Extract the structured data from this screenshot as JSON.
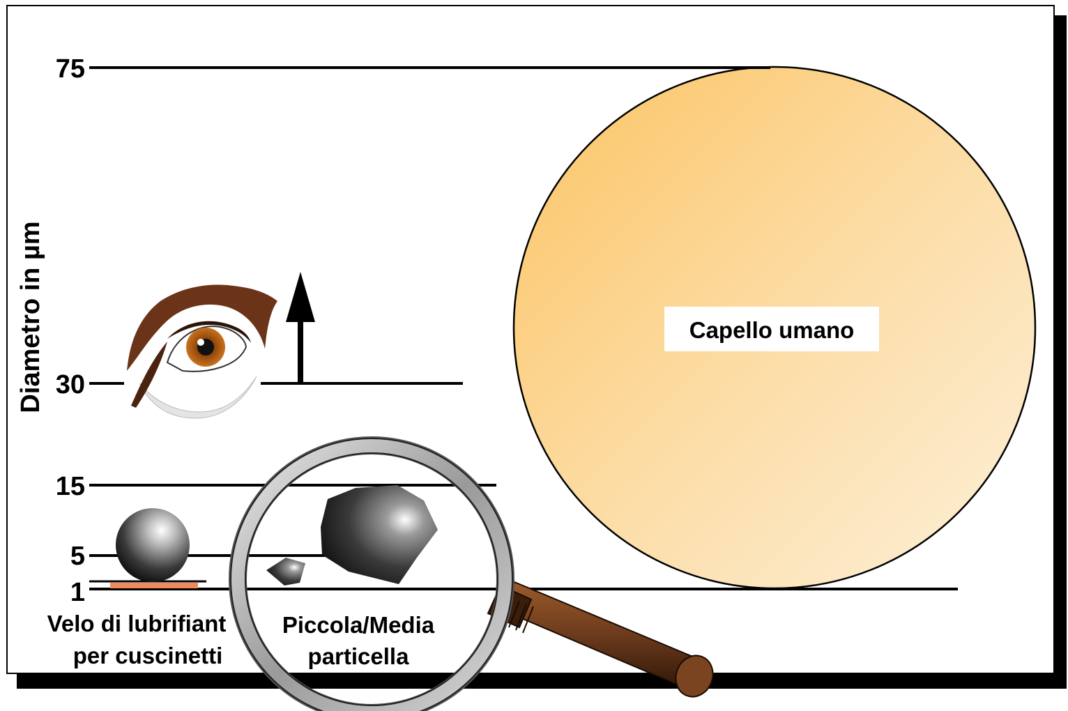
{
  "header_text": "",
  "axis": {
    "label": "Diametro in µm",
    "ticks": [
      "75",
      "30",
      "15",
      "5",
      "1"
    ]
  },
  "labels": {
    "hair": "Capello umano",
    "lubricant_line1": "Velo di lubrifiant",
    "lubricant_line2": "per cuscinetti",
    "particle_line1": "Piccola/Media",
    "particle_line2": "particella"
  },
  "colors": {
    "hair_fill_light": "#fdebc9",
    "hair_fill_dark": "#fbc96e",
    "lubricant_film": "#f08a5b",
    "eye_brown": "#6b3418",
    "iris": "#a0520f",
    "handle": "#6b3a1c",
    "frame_shadow": "#000000"
  },
  "icons": [
    "eye-icon",
    "arrow-up-icon",
    "magnifier-icon",
    "sphere-icon",
    "particle-icon"
  ]
}
